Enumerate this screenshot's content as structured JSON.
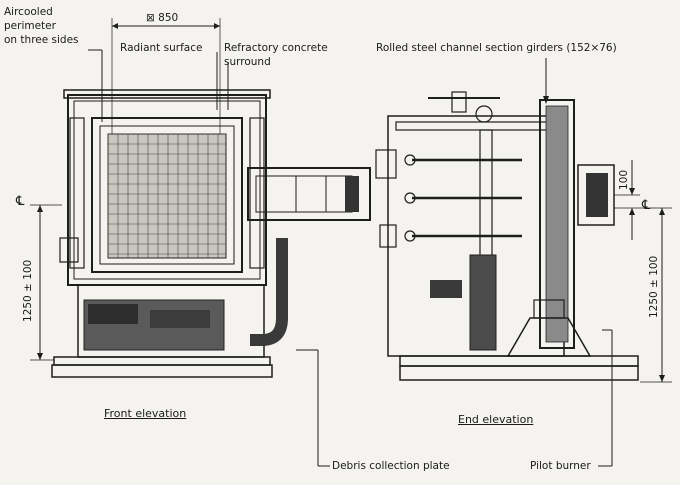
{
  "labels": {
    "aircooled_line1": "Aircooled",
    "aircooled_line2": "perimeter",
    "aircooled_line3": "on three sides",
    "dim_850": "⊠ 850",
    "radiant_surface": "Radiant surface",
    "refractory_line1": "Refractory concrete",
    "refractory_line2": "surround",
    "girders": "Rolled steel channel section girders (152×76)",
    "centerline_left": "℄",
    "centerline_right": "℄",
    "dim_left_height": "1250 ± 100",
    "dim_right_height": "1250 ± 100",
    "dim_100": "100",
    "front_elevation": "Front elevation",
    "end_elevation": "End elevation",
    "debris_plate": "Debris collection plate",
    "pilot_burner": "Pilot burner"
  }
}
